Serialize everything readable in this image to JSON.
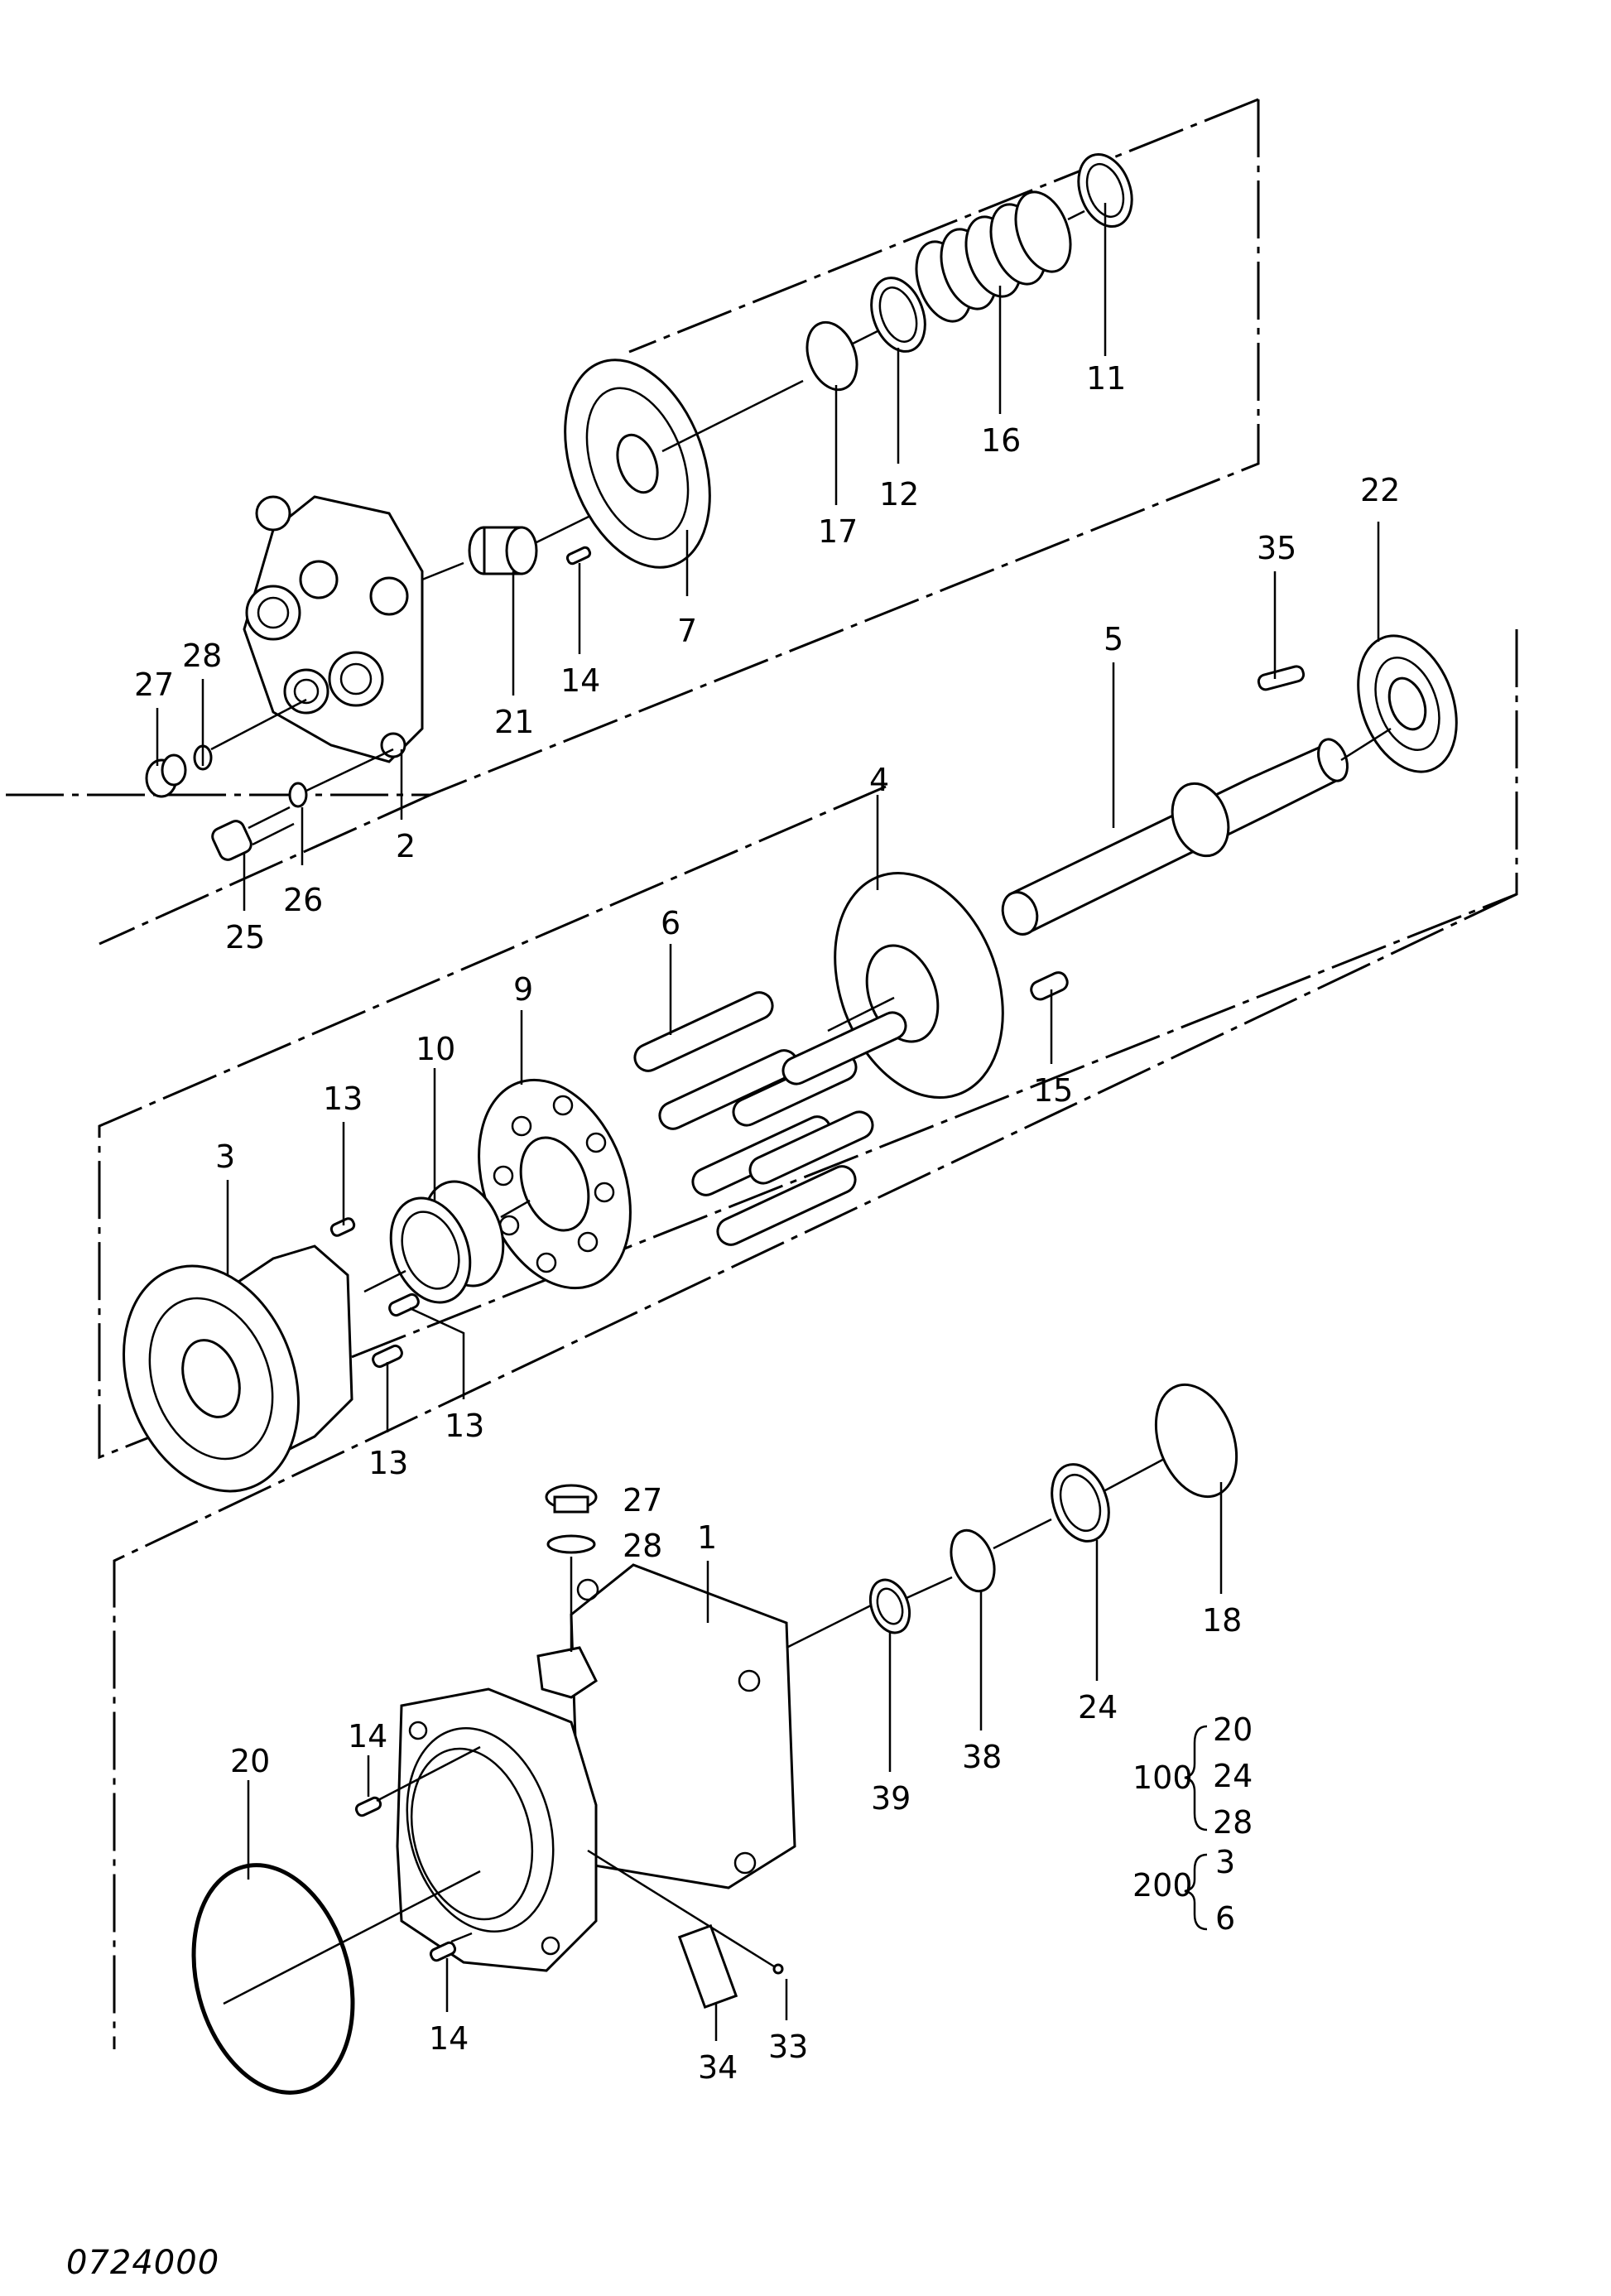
{
  "drawing_id": "0724000",
  "callouts": [
    {
      "label": "1"
    },
    {
      "label": "2"
    },
    {
      "label": "3"
    },
    {
      "label": "4"
    },
    {
      "label": "5"
    },
    {
      "label": "6"
    },
    {
      "label": "7"
    },
    {
      "label": "9"
    },
    {
      "label": "10"
    },
    {
      "label": "11"
    },
    {
      "label": "12"
    },
    {
      "label": "13"
    },
    {
      "label": "13"
    },
    {
      "label": "13"
    },
    {
      "label": "14"
    },
    {
      "label": "14"
    },
    {
      "label": "14"
    },
    {
      "label": "15"
    },
    {
      "label": "16"
    },
    {
      "label": "17"
    },
    {
      "label": "18"
    },
    {
      "label": "20"
    },
    {
      "label": "21"
    },
    {
      "label": "22"
    },
    {
      "label": "24"
    },
    {
      "label": "25"
    },
    {
      "label": "26"
    },
    {
      "label": "27"
    },
    {
      "label": "27"
    },
    {
      "label": "28"
    },
    {
      "label": "28"
    },
    {
      "label": "33"
    },
    {
      "label": "34"
    },
    {
      "label": "35"
    },
    {
      "label": "38"
    },
    {
      "label": "39"
    }
  ],
  "kits": [
    {
      "number": "100",
      "items": [
        "20",
        "24",
        "28"
      ]
    },
    {
      "number": "200",
      "items": [
        "3",
        "6"
      ]
    }
  ]
}
